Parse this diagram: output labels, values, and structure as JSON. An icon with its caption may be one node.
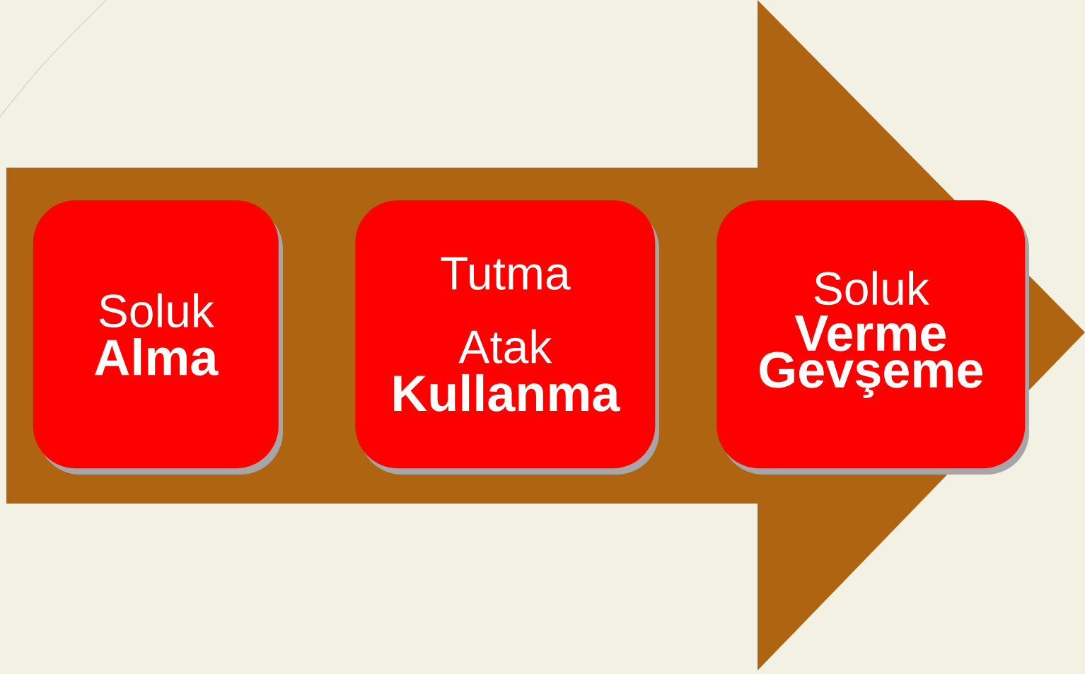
{
  "diagram": {
    "nodes": [
      {
        "text": [],
        "shape": "arrow"
      },
      {
        "text": [
          "Soluk",
          "Alma"
        ],
        "in": 0
      },
      {
        "text": [
          "Tutma",
          "Atak",
          "Kullanma"
        ],
        "in": 0
      },
      {
        "text": [
          "Soluk",
          "Verme Gevşeme"
        ],
        "in": 0
      }
    ]
  }
}
